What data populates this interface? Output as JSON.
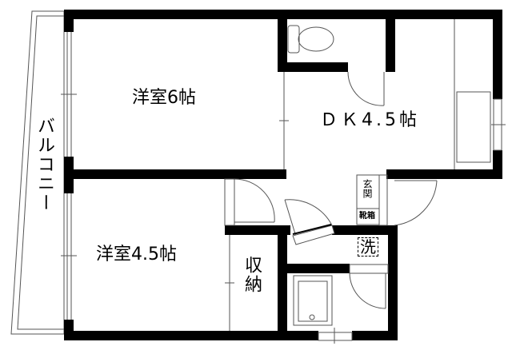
{
  "floor_plan": {
    "rooms": {
      "western_room_1": "洋室6帖",
      "dining_kitchen": "ＤＫ4.5帖",
      "western_room_2": "洋室4.5帖",
      "storage": "収納",
      "balcony": "バルコニー",
      "entrance": "玄関",
      "shoe_box": "靴箱",
      "washer": "洗"
    },
    "colors": {
      "wall": "#000000",
      "line": "#555555",
      "background": "#ffffff"
    }
  }
}
